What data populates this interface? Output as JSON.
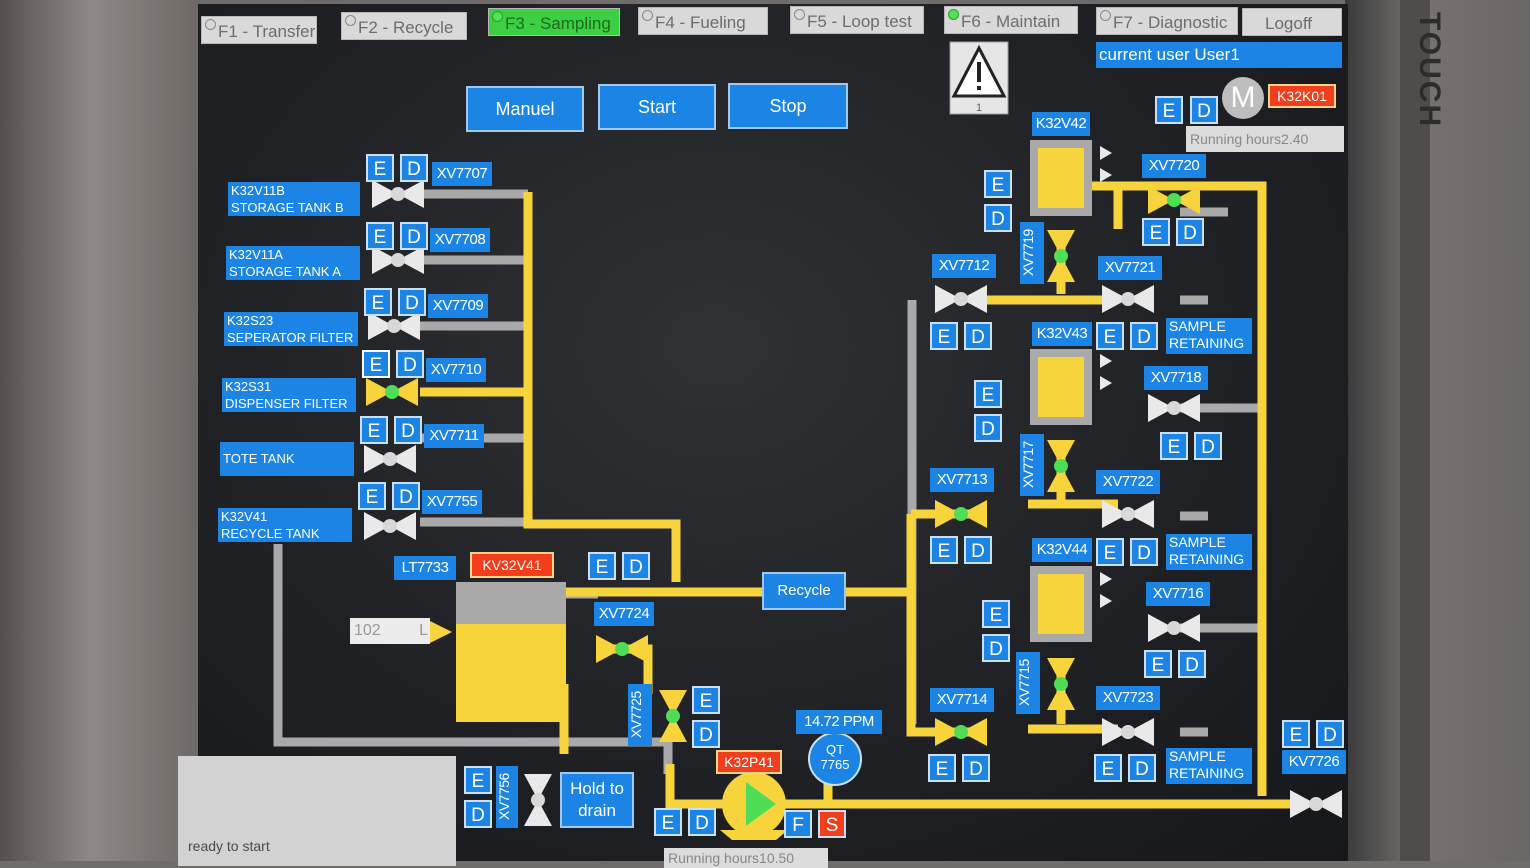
{
  "brand": "TOUCH",
  "function_keys": [
    {
      "label": "F1 - Transfer",
      "active": false
    },
    {
      "label": "F2 - Recycle",
      "active": false
    },
    {
      "label": "F3 - Sampling",
      "active": true
    },
    {
      "label": "F4 - Fueling",
      "active": false
    },
    {
      "label": "F5 - Loop test",
      "active": false
    },
    {
      "label": "F6 - Maintain",
      "active": false
    },
    {
      "label": "F7 - Diagnostic",
      "active": false
    },
    {
      "label": "Logoff",
      "active": false
    }
  ],
  "current_user": "current user User1",
  "alarm": {
    "count": "1"
  },
  "controls": {
    "manual": "Manuel",
    "start": "Start",
    "stop": "Stop"
  },
  "motor": {
    "letter": "M",
    "tag": "K32K01",
    "running_hours": "Running hours2.40"
  },
  "ed": {
    "e": "E",
    "d": "D"
  },
  "sources": [
    {
      "tag": "K32V11B",
      "name": "STORAGE TANK B",
      "valve": "XV7707"
    },
    {
      "tag": "K32V11A",
      "name": "STORAGE TANK A",
      "valve": "XV7708"
    },
    {
      "tag": "K32S23",
      "name": "SEPERATOR FILTER",
      "valve": "XV7709"
    },
    {
      "tag": "K32S31",
      "name": "DISPENSER FILTER",
      "valve": "XV7710"
    },
    {
      "tag": "",
      "name": "TOTE TANK",
      "valve": "XV7711"
    },
    {
      "tag": "K32V41",
      "name": "RECYCLE TANK",
      "valve": "XV7755"
    }
  ],
  "tank": {
    "level_tag": "LT7733",
    "kv_tag": "KV32V41",
    "level_value": "102",
    "level_unit": "L"
  },
  "recycle_button": "Recycle",
  "valves": {
    "xv7724": "XV7724",
    "xv7725": "XV7725",
    "xv7756": "XV7756",
    "xv7712": "XV7712",
    "xv7713": "XV7713",
    "xv7714": "XV7714",
    "xv7715": "XV7715",
    "xv7716": "XV7716",
    "xv7717": "XV7717",
    "xv7718": "XV7718",
    "xv7719": "XV7719",
    "xv7720": "XV7720",
    "xv7721": "XV7721",
    "xv7722": "XV7722",
    "xv7723": "XV7723",
    "kv7726": "KV7726"
  },
  "samplers": {
    "k32v42": "K32V42",
    "k32v43": "K32V43",
    "k32v44": "K32V44"
  },
  "sample_retaining": [
    "SAMPLE",
    "RETAINING"
  ],
  "hold_to_drain": [
    "Hold to",
    "drain"
  ],
  "pump": {
    "tag": "K32P41",
    "f": "F",
    "s": "S",
    "running_hours": "Running hours10.50"
  },
  "quality": {
    "value": "14.72 PPM",
    "tag_line1": "QT",
    "tag_line2": "7765"
  },
  "status_text": "ready to start",
  "colors": {
    "pipe_active": "#f8d43c",
    "pipe_idle": "#a9a9a9",
    "button": "#1b84e4",
    "alarm_tag": "#f23e1d",
    "active_tab": "#3ccf43"
  }
}
